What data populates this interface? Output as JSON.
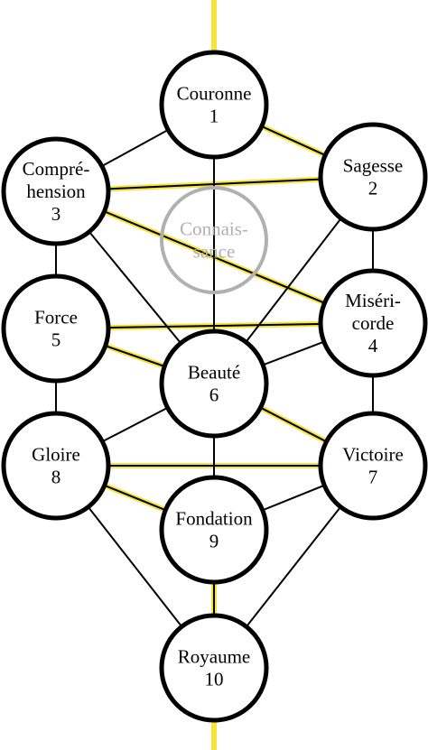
{
  "colors": {
    "background": "#ffffff",
    "outline": "#000000",
    "highlight": "#f5e53a",
    "ghost": "#b0b0b0"
  },
  "nodes": {
    "couronne": {
      "lines": [
        "Couronne",
        "1"
      ]
    },
    "comprehension": {
      "lines": [
        "Compré-",
        "hension",
        "3"
      ]
    },
    "sagesse": {
      "lines": [
        "Sagesse",
        "2"
      ]
    },
    "connaissance": {
      "lines": [
        "Connais-",
        "sance"
      ]
    },
    "force": {
      "lines": [
        "Force",
        "5"
      ]
    },
    "misericorde": {
      "lines": [
        "Miséri-",
        "corde",
        "4"
      ]
    },
    "beaute": {
      "lines": [
        "Beauté",
        "6"
      ]
    },
    "gloire": {
      "lines": [
        "Gloire",
        "8"
      ]
    },
    "victoire": {
      "lines": [
        "Victoire",
        "7"
      ]
    },
    "fondation": {
      "lines": [
        "Fondation",
        "9"
      ]
    },
    "royaume": {
      "lines": [
        "Royaume",
        "10"
      ]
    }
  },
  "paths": [
    [
      "couronne",
      "comprehension"
    ],
    [
      "couronne",
      "sagesse"
    ],
    [
      "couronne",
      "beaute"
    ],
    [
      "comprehension",
      "sagesse"
    ],
    [
      "comprehension",
      "force"
    ],
    [
      "comprehension",
      "beaute"
    ],
    [
      "comprehension",
      "misericorde"
    ],
    [
      "sagesse",
      "misericorde"
    ],
    [
      "sagesse",
      "beaute"
    ],
    [
      "force",
      "misericorde"
    ],
    [
      "force",
      "beaute"
    ],
    [
      "force",
      "gloire"
    ],
    [
      "misericorde",
      "beaute"
    ],
    [
      "misericorde",
      "victoire"
    ],
    [
      "beaute",
      "gloire"
    ],
    [
      "beaute",
      "victoire"
    ],
    [
      "beaute",
      "fondation"
    ],
    [
      "gloire",
      "victoire"
    ],
    [
      "gloire",
      "fondation"
    ],
    [
      "gloire",
      "royaume"
    ],
    [
      "victoire",
      "fondation"
    ],
    [
      "victoire",
      "royaume"
    ],
    [
      "fondation",
      "royaume"
    ]
  ],
  "highlighted_paths": [
    [
      "couronne",
      "sagesse"
    ],
    [
      "comprehension",
      "sagesse"
    ],
    [
      "comprehension",
      "misericorde"
    ],
    [
      "force",
      "misericorde"
    ],
    [
      "force",
      "beaute"
    ],
    [
      "beaute",
      "victoire"
    ],
    [
      "gloire",
      "victoire"
    ],
    [
      "gloire",
      "fondation"
    ],
    [
      "fondation",
      "royaume"
    ]
  ]
}
